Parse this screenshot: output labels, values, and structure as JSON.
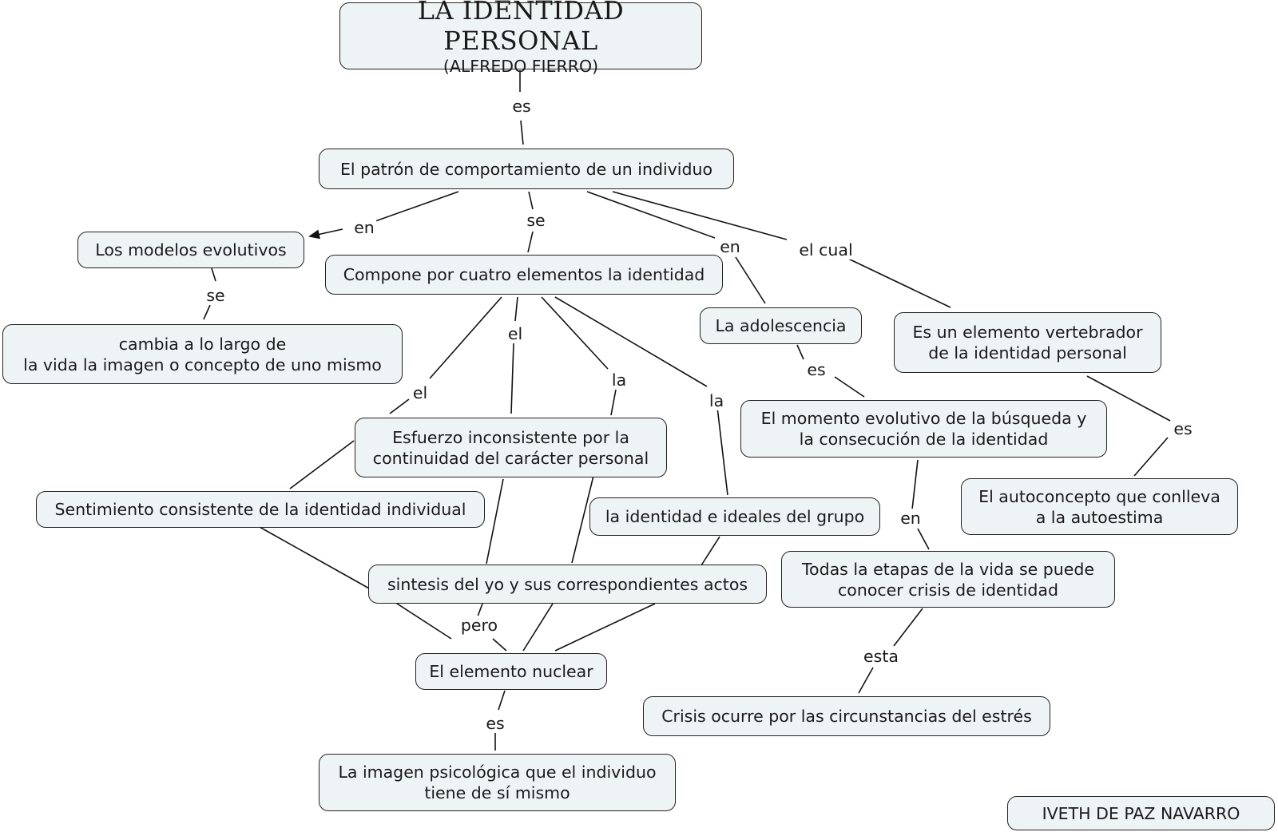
{
  "title": {
    "main": "LA IDENTIDAD PERSONAL",
    "sub": "(ALFREDO FIERRO)"
  },
  "nodes": {
    "patron": "El patrón de comportamiento de un individuo",
    "modelos": "Los modelos evolutivos",
    "cambia": "cambia a lo largo de\nla vida la imagen o concepto de uno mismo",
    "compone": "Compone por cuatro elementos la identidad",
    "adolescencia": "La adolescencia",
    "vertebrador": "Es un elemento vertebrador\nde la identidad personal",
    "momento": "El momento evolutivo de la búsqueda y\nla consecución de la identidad",
    "esfuerzo": "Esfuerzo inconsistente por la\ncontinuidad del carácter personal",
    "sentimiento": "Sentimiento consistente de la identidad individual",
    "grupo": "la identidad e ideales del grupo",
    "autoconcepto": "El autoconcepto que conlleva\na la autoestima",
    "sintesis": "sintesis del yo y sus correspondientes actos",
    "etapas": "Todas la etapas de la vida se puede\nconocer crisis de identidad",
    "nuclear": "El elemento nuclear",
    "crisis": "Crisis ocurre por las circunstancias del estrés",
    "imagen": "La imagen psicológica que el individuo\ntiene de sí mismo",
    "autor": "IVETH DE PAZ NAVARRO"
  },
  "link_labels": {
    "es1": "es",
    "en1": "en",
    "se1": "se",
    "en2": "en",
    "elcual": "el cual",
    "se2": "se",
    "el1": "el",
    "el2": "el",
    "la1": "la",
    "la2": "la",
    "es2": "es",
    "es3": "es",
    "en3": "en",
    "pero": "pero",
    "esta": "esta",
    "es4": "es"
  }
}
